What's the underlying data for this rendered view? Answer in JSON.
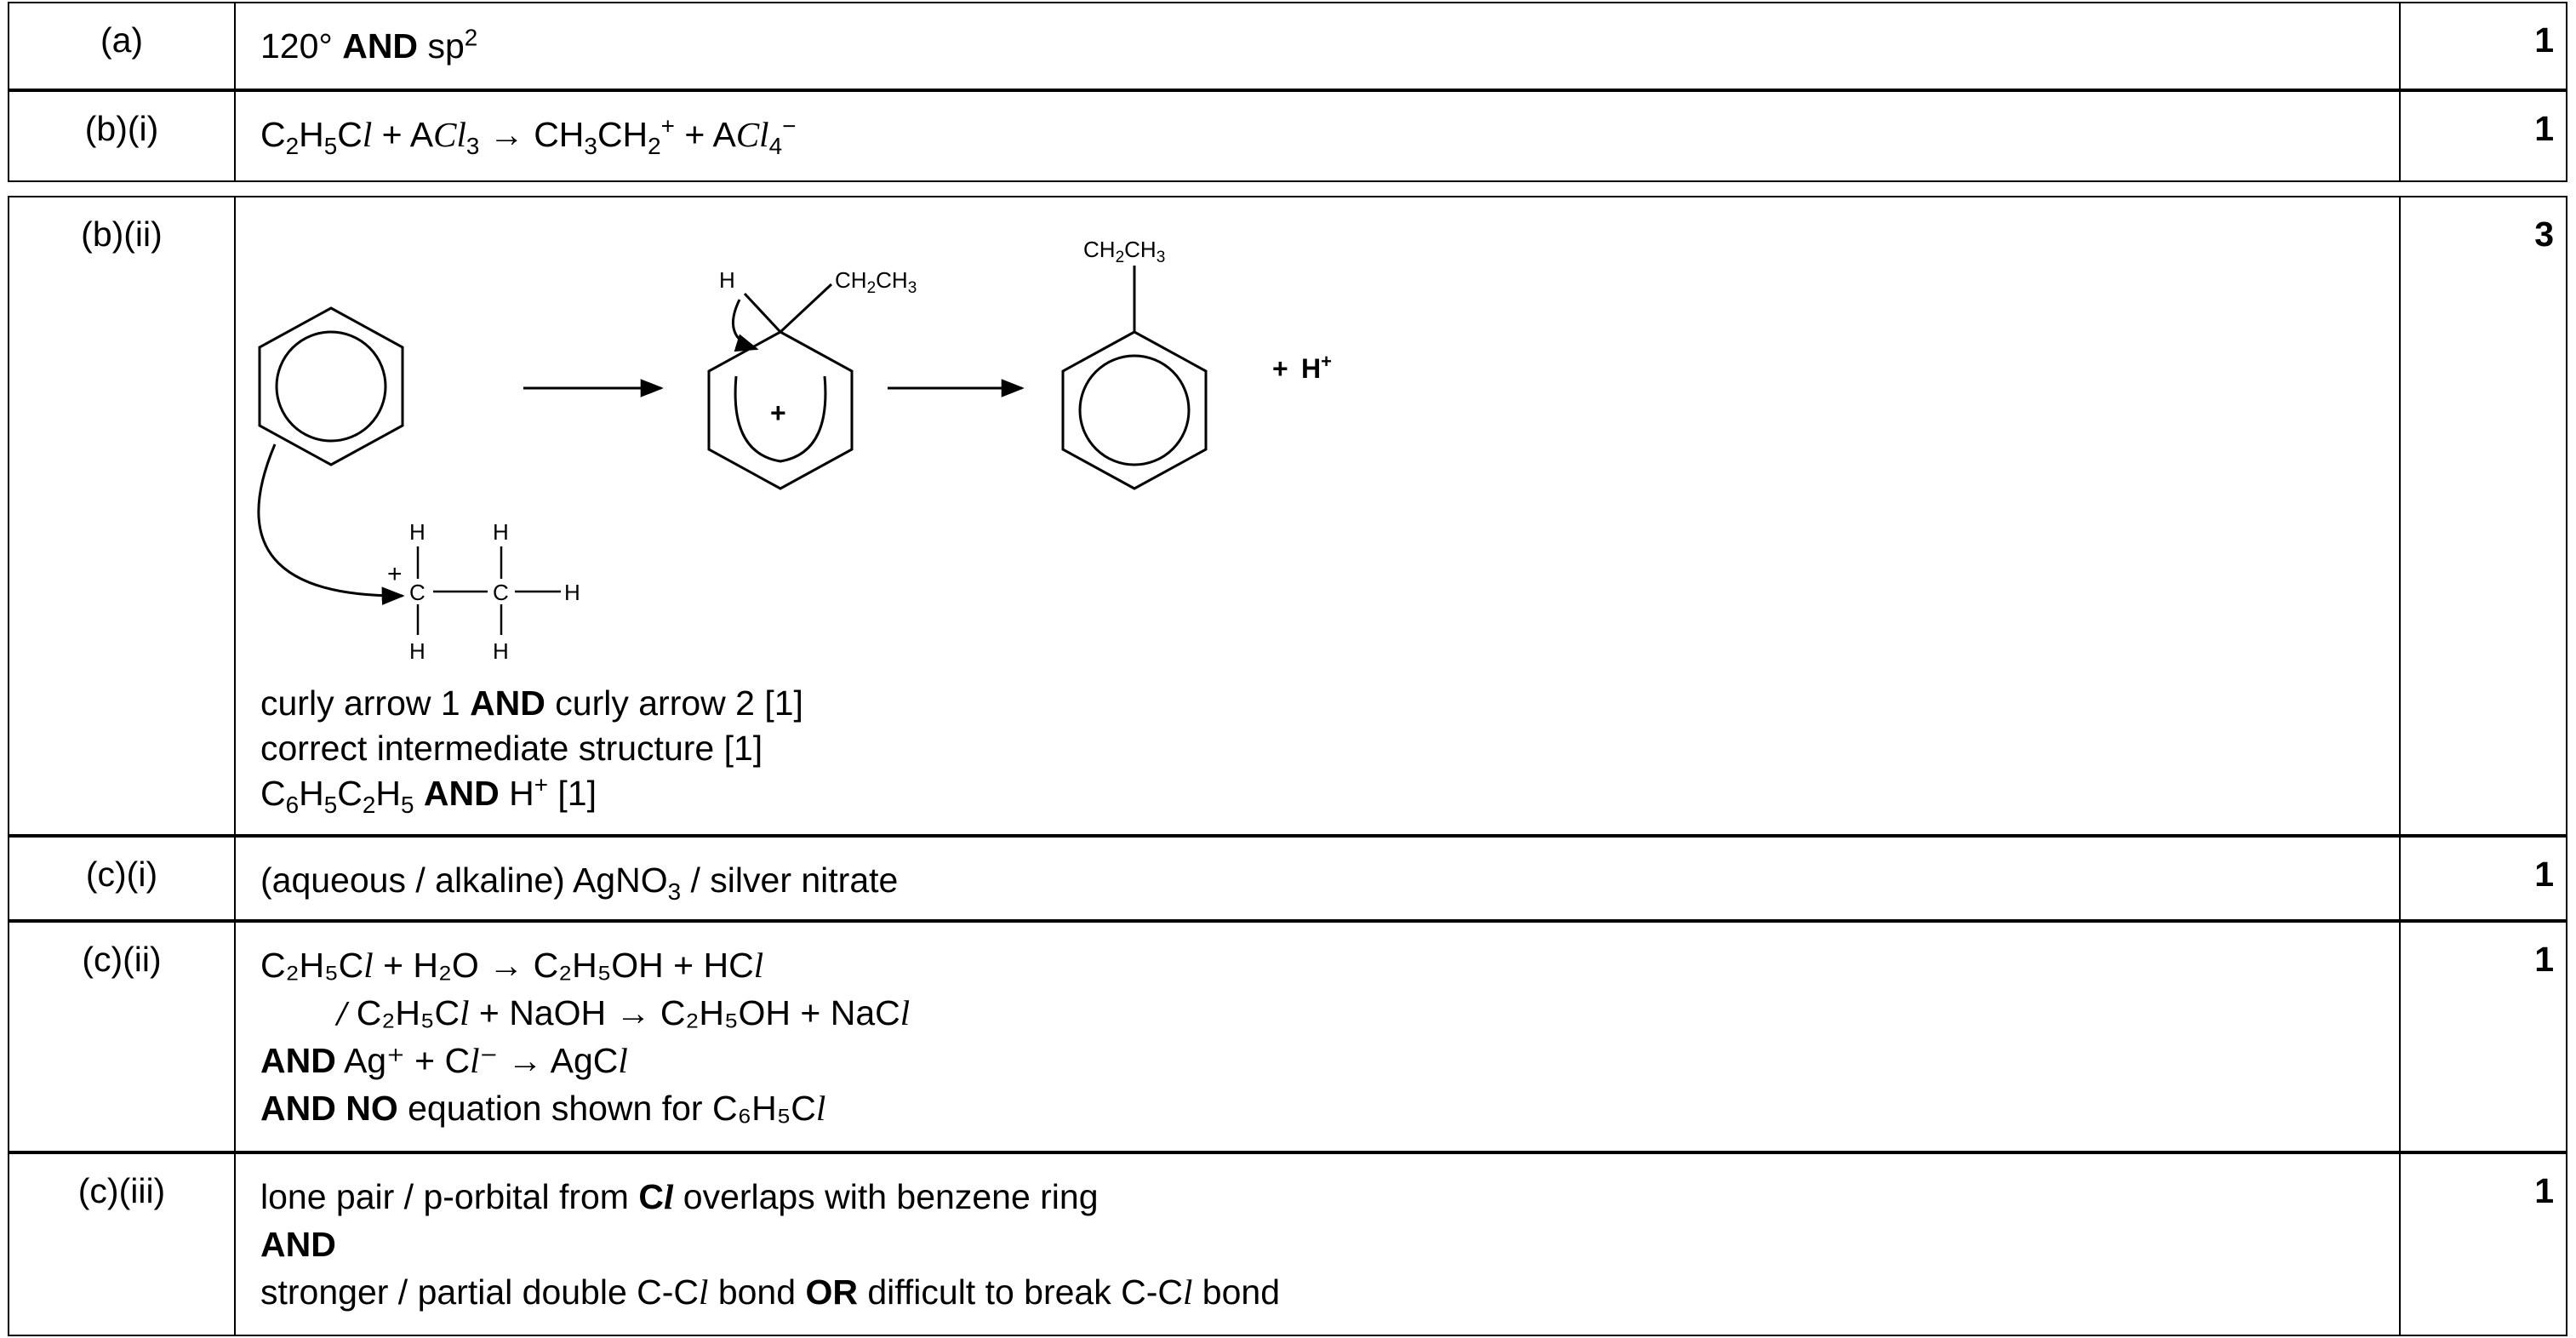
{
  "rows": [
    {
      "label": "(a)",
      "mark": "1"
    },
    {
      "label": "(b)(i)",
      "mark": "1"
    },
    {
      "label": "(b)(ii)",
      "mark": "3"
    },
    {
      "label": "(c)(i)",
      "mark": "1"
    },
    {
      "label": "(c)(ii)",
      "mark": "1"
    },
    {
      "label": "(c)(iii)",
      "mark": "1"
    }
  ],
  "a": {
    "angle": "120°",
    "and": "AND",
    "sp": "sp",
    "sup": "2"
  },
  "bi": {
    "lhs1": "C",
    "lhs1_sub1": "2",
    "lhs1_h": "H",
    "lhs1_sub2": "5",
    "lhs1_c": "C",
    "cl": "l",
    "plus": "+",
    "al": "A",
    "alcl": "Cl",
    "sub3": "3",
    "arrow": "→",
    "rhs1": "CH",
    "rhs1_sub1": "3",
    "rhs1_ch": "CH",
    "rhs1_sub2": "2",
    "rhs1_sup": "+",
    "rhs2": "A",
    "rhs2_cl": "Cl",
    "rhs2_sub": "4",
    "rhs2_sup": "−"
  },
  "bii": {
    "mech": {
      "ch2ch3_a": "CH2CH3",
      "h_a": "H",
      "plus_charge": "+",
      "ch2ch3_b": "CH2CH3",
      "plus_h": "+",
      "h_plus": "H",
      "h_plus_sup": "+",
      "carb_plus": "+",
      "c1": "C",
      "c2": "C",
      "h_top1": "H",
      "h_top2": "H",
      "h_right": "H",
      "h_bot1": "H",
      "h_bot2": "H"
    },
    "line1_a": "curly arrow 1 ",
    "line1_b": "AND",
    "line1_c": " curly arrow 2 [1]",
    "line2": "correct intermediate structure [1]",
    "line3_a": "C",
    "line3_s1": "6",
    "line3_b": "H",
    "line3_s2": "5",
    "line3_c": "C",
    "line3_s3": "2",
    "line3_d": "H",
    "line3_s4": "5",
    "line3_and": "AND",
    "line3_e": " H",
    "line3_sup": "+",
    "line3_f": " [1]"
  },
  "ci": {
    "text_a": "(aqueous / alkaline) AgNO",
    "sub": "3",
    "text_b": " / silver nitrate"
  },
  "cii": {
    "l1": "C₂H₅C",
    "l1_cl": "l",
    "l1_b": " + H₂O → C₂H₅OH + HC",
    "l1_cl2": "l",
    "l2_slash": "/",
    "l2": " C₂H₅C",
    "l2_cl": "l",
    "l2_b": " + NaOH → C₂H₅OH + NaC",
    "l2_cl2": "l",
    "l3_and": "AND",
    "l3": " Ag⁺ + C",
    "l3_cl": "l",
    "l3_b": "⁻ → AgC",
    "l3_cl2": "l",
    "l4_and": "AND NO",
    "l4": " equation shown for C₆H₅C",
    "l4_cl": "l"
  },
  "ciii": {
    "l1_a": "lone pair / p-orbital from ",
    "l1_cl_c": "C",
    "l1_cl_l": "l",
    "l1_b": " overlaps with benzene ring",
    "l2": "AND",
    "l3_a": "stronger / partial double C-C",
    "l3_cl": "l",
    "l3_b": " bond ",
    "l3_or": "OR",
    "l3_c": " difficult to break C-C",
    "l3_cl2": "l",
    "l3_d": " bond"
  }
}
